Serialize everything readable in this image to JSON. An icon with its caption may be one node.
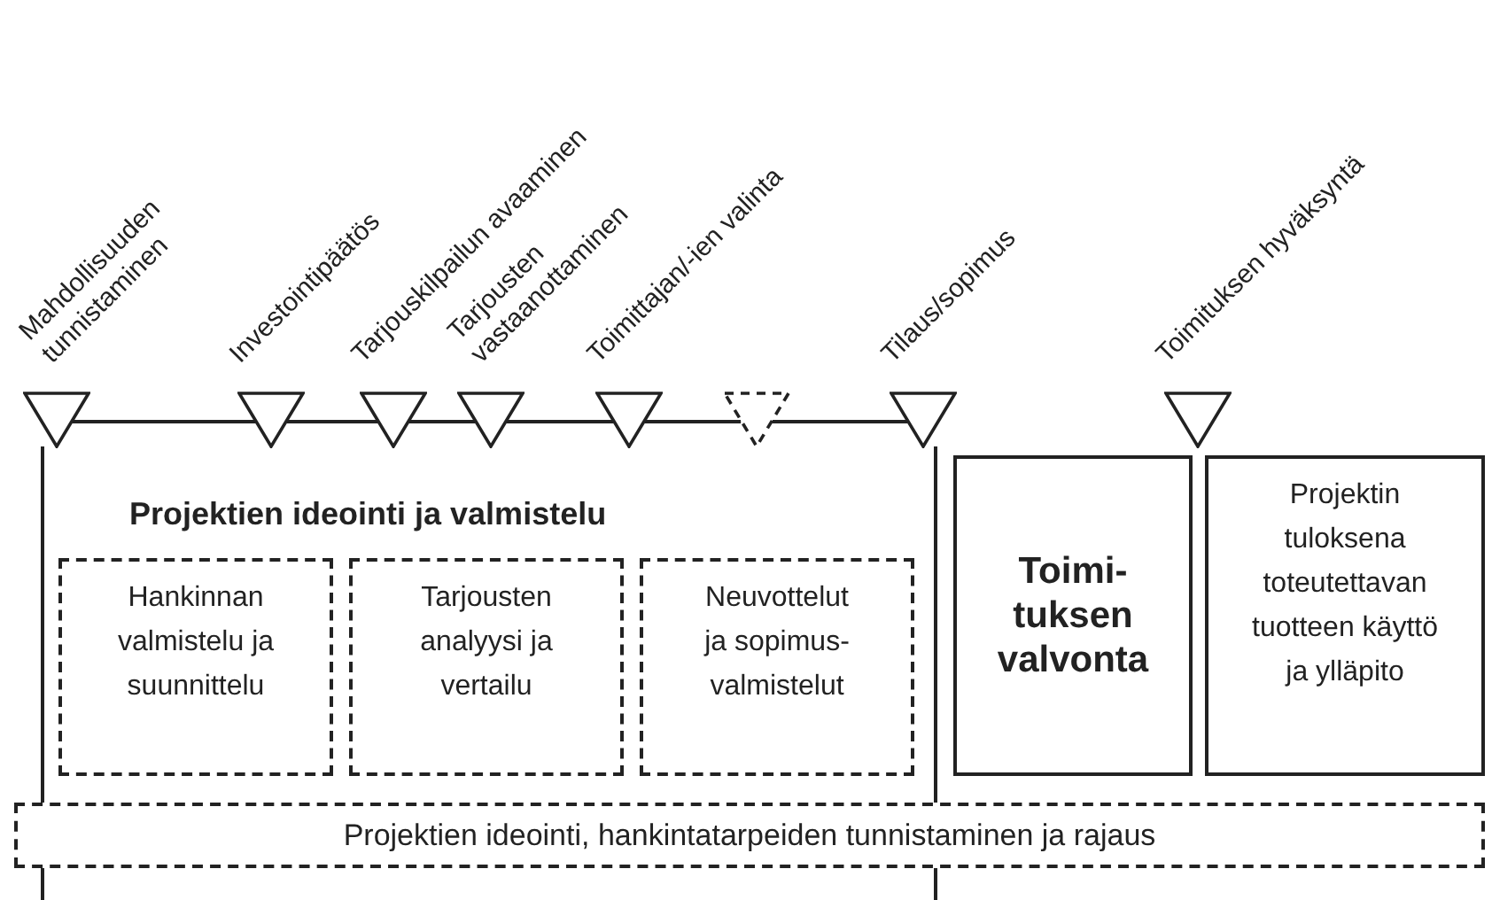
{
  "diagram": {
    "nodes": [
      {
        "text": [],
        "shape": "triangle",
        "beside": [
          "Mahdollisuuden tunnistaminen"
        ]
      },
      {
        "text": [],
        "shape": "triangle",
        "beside": [
          "Investointipäätös"
        ]
      },
      {
        "text": [],
        "shape": "triangle",
        "beside": [
          "Tarjouskilpailun avaaminen"
        ]
      },
      {
        "text": [],
        "shape": "triangle",
        "beside": [
          "Tarjousten vastaanottaminen"
        ]
      },
      {
        "text": [],
        "shape": "triangle",
        "beside": [
          "Toimittajan/-ien valinta"
        ]
      },
      {
        "text": [],
        "shape": "triangle"
      },
      {
        "text": [],
        "shape": "triangle",
        "beside": [
          "Tilaus/sopimus"
        ]
      },
      {
        "text": [],
        "shape": "triangle",
        "beside": [
          "Toimituksen hyväksyntä"
        ]
      },
      {
        "text": [
          "Projektien ideointi ja valmistelu"
        ]
      },
      {
        "text": [
          "Hankinnan valmistelu ja suunnittelu"
        ],
        "in": 8
      },
      {
        "text": [
          "Tarjousten analyysi ja vertailu"
        ],
        "in": 8
      },
      {
        "text": [
          "Neuvottelut ja sopimus- valmistelut"
        ],
        "in": 8
      },
      {
        "text": [
          "Toimi- tuksen valvonta"
        ]
      },
      {
        "text": [
          "Projektin tuloksena toteutettavan tuotteen käyttö ja ylläpito"
        ]
      },
      {
        "text": [
          "Projektien ideointi, hankintatarpeiden tunnistaminen ja rajaus"
        ]
      }
    ],
    "edges": [
      {
        "from": 0,
        "to": 1,
        "arrow": "none"
      },
      {
        "from": 1,
        "to": 2,
        "arrow": "none"
      },
      {
        "from": 2,
        "to": 3,
        "arrow": "none"
      },
      {
        "from": 3,
        "to": 4,
        "arrow": "none"
      },
      {
        "from": 4,
        "to": 5,
        "arrow": "none"
      },
      {
        "from": 5,
        "to": 6,
        "arrow": "none"
      }
    ]
  }
}
